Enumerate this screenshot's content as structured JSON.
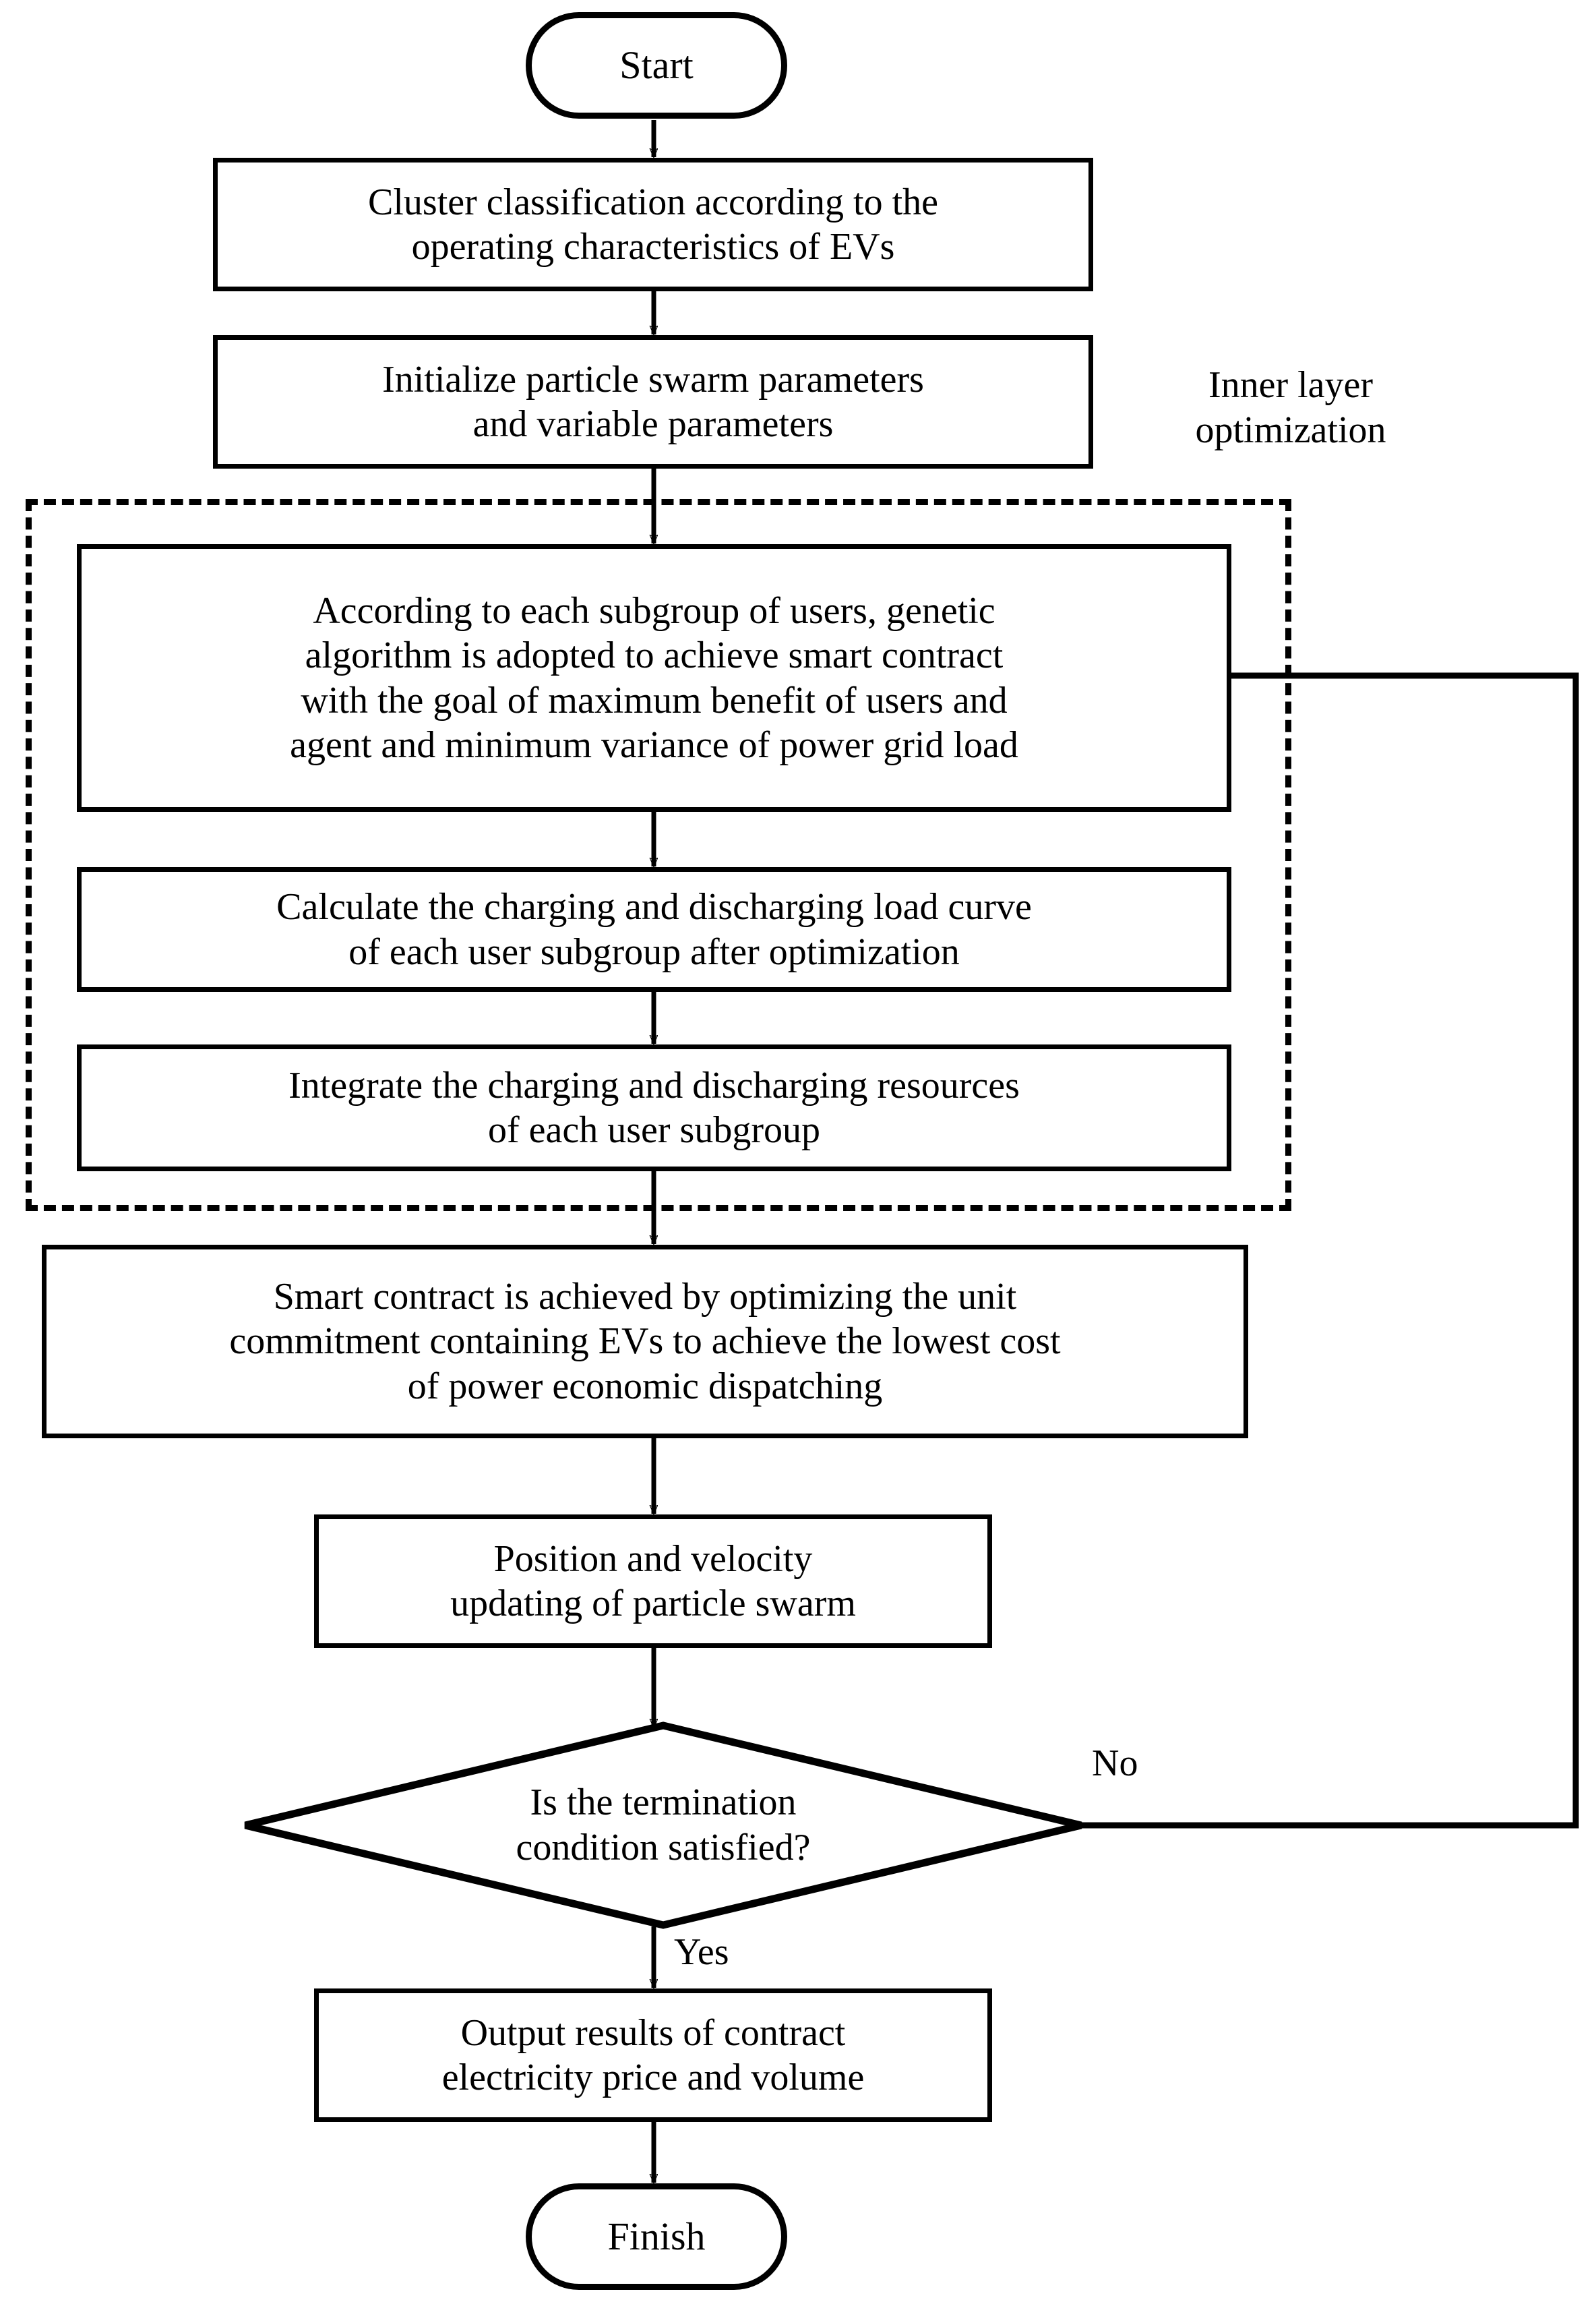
{
  "diagram": {
    "type": "flowchart",
    "title": "Bi-level optimization flowchart for EV smart contract",
    "colors": {
      "stroke": "#000000",
      "fill": "#ffffff",
      "text": "#000000"
    },
    "nodes": {
      "start": {
        "label": "Start",
        "shape": "terminator"
      },
      "cluster": {
        "label": "Cluster classification according to the\noperating characteristics of EVs",
        "shape": "process"
      },
      "initialize": {
        "label": "Initialize particle swarm parameters\nand variable parameters",
        "shape": "process"
      },
      "genetic": {
        "label": "According to each subgroup of users, genetic\nalgorithm is adopted to achieve smart contract\nwith the goal of maximum benefit of users and\nagent and minimum variance of power grid load",
        "shape": "process"
      },
      "calculate": {
        "label": "Calculate the charging and discharging load curve\nof each user subgroup after optimization",
        "shape": "process"
      },
      "integrate": {
        "label": "Integrate the charging and discharging resources\nof each user subgroup",
        "shape": "process"
      },
      "smart_contract": {
        "label": "Smart contract is achieved by optimizing the unit\ncommitment containing EVs to achieve the lowest cost\nof power economic dispatching",
        "shape": "process"
      },
      "update": {
        "label": "Position and velocity\nupdating of particle swarm",
        "shape": "process"
      },
      "decision": {
        "label": "Is the termination\ncondition satisfied?",
        "shape": "decision"
      },
      "output": {
        "label": "Output results of contract\nelectricity price and volume",
        "shape": "process"
      },
      "finish": {
        "label": "Finish",
        "shape": "terminator"
      }
    },
    "annotations": {
      "inner_layer": "Inner layer\noptimization",
      "branch_no": "No",
      "branch_yes": "Yes"
    },
    "edges": [
      {
        "from": "start",
        "to": "cluster",
        "label": ""
      },
      {
        "from": "cluster",
        "to": "initialize",
        "label": ""
      },
      {
        "from": "initialize",
        "to": "genetic",
        "label": ""
      },
      {
        "from": "genetic",
        "to": "calculate",
        "label": ""
      },
      {
        "from": "calculate",
        "to": "integrate",
        "label": ""
      },
      {
        "from": "integrate",
        "to": "smart_contract",
        "label": ""
      },
      {
        "from": "smart_contract",
        "to": "update",
        "label": ""
      },
      {
        "from": "update",
        "to": "decision",
        "label": ""
      },
      {
        "from": "decision",
        "to": "output",
        "label": "Yes"
      },
      {
        "from": "decision",
        "to": "genetic",
        "label": "No"
      },
      {
        "from": "output",
        "to": "finish",
        "label": ""
      }
    ]
  }
}
